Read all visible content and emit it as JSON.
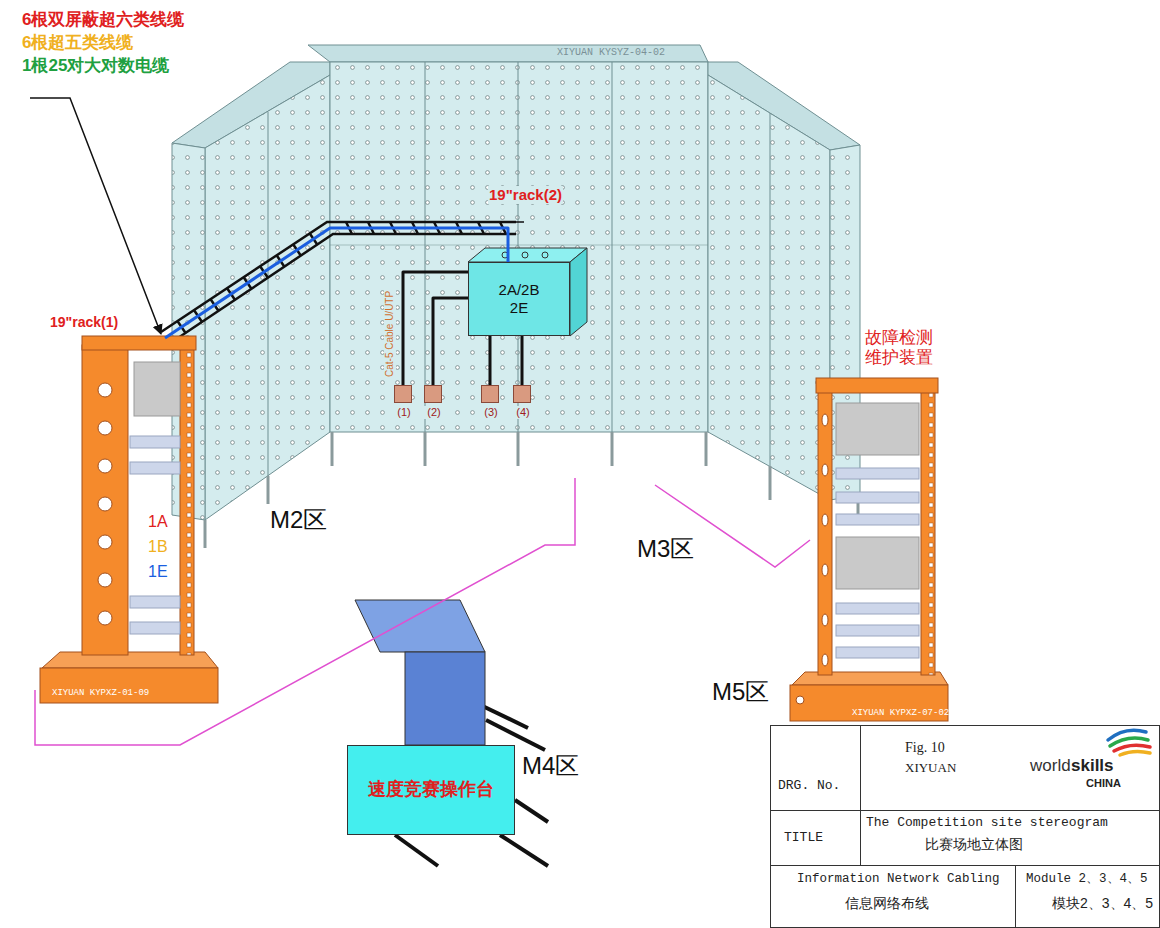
{
  "diagram": {
    "nodes": [
      {
        "text": [
          "19\"rack(1)",
          "1A",
          "1B",
          "1E",
          "XIYUAN KYPXZ-01-09"
        ]
      },
      {
        "text": [
          "2A/2B",
          "2E"
        ]
      },
      {
        "text": [
          "(1)"
        ]
      },
      {
        "text": [
          "(2)"
        ]
      },
      {
        "text": [
          "(3)"
        ]
      },
      {
        "text": [
          "(4)"
        ]
      },
      {
        "text": [
          "故障检测 维护装置",
          "XIYUAN KYPXZ-07-02"
        ]
      },
      {
        "text": [
          "速度竞赛操作台"
        ]
      }
    ],
    "edges": [
      {
        "from": 0,
        "to": 1,
        "arrow": "none"
      },
      {
        "from": 1,
        "to": 2,
        "arrow": "none"
      },
      {
        "from": 1,
        "to": 3,
        "arrow": "none"
      },
      {
        "from": 1,
        "to": 4,
        "arrow": "none"
      },
      {
        "from": 1,
        "to": 5,
        "arrow": "none"
      }
    ],
    "labels": [
      "6根双屏蔽超六类线缆",
      "6根超五类线缆",
      "1根25对大对数电缆",
      "XIYUAN KYSYZ-04-02",
      "19\"rack(2)",
      "Cat-5 Cable U/UTP",
      "M2区",
      "M3区",
      "M4区",
      "M5区",
      "DRG. No.",
      "Fig. 10",
      "XIYUAN",
      "world",
      "skills",
      "CHINA",
      "TITLE",
      "The Competition site stereogram",
      "比赛场地立体图",
      "Information Network Cabling",
      "信息网络布线",
      "Module 2、3、4、5",
      "模块2、3、4、5"
    ]
  }
}
